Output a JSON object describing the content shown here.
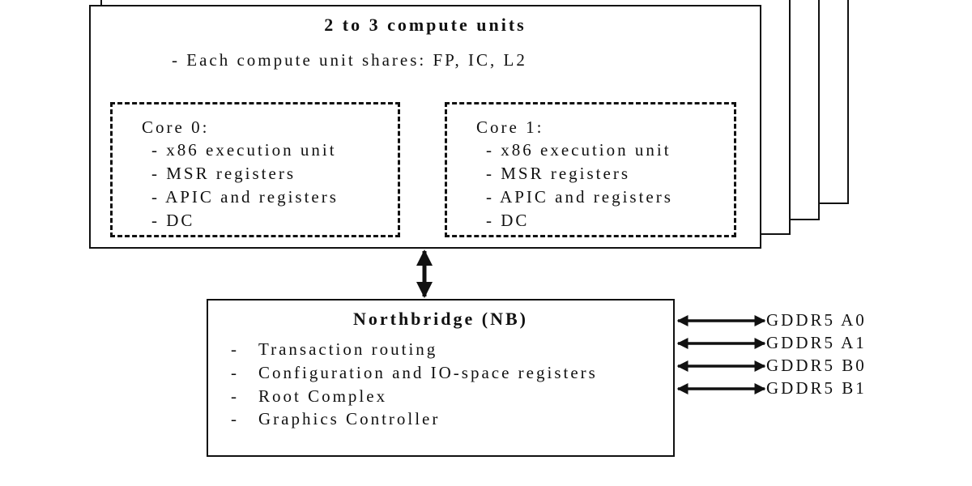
{
  "compute_block": {
    "title": "2 to 3 compute units",
    "subtitle": "- Each compute unit shares: FP, IC, L2"
  },
  "cores": [
    {
      "label": "Core 0:",
      "items": [
        "- x86 execution unit",
        "- MSR registers",
        "- APIC and registers",
        "- DC"
      ]
    },
    {
      "label": "Core 1:",
      "items": [
        "- x86 execution unit",
        "- MSR registers",
        "- APIC and registers",
        "- DC"
      ]
    }
  ],
  "northbridge": {
    "title": "Northbridge (NB)",
    "items": [
      {
        "dash": "-",
        "text": "Transaction routing"
      },
      {
        "dash": "-",
        "text": "Configuration and IO-space registers"
      },
      {
        "dash": "-",
        "text": "Root Complex"
      },
      {
        "dash": "-",
        "text": "Graphics Controller"
      }
    ]
  },
  "memory_channels": [
    "GDDR5 A0",
    "GDDR5 A1",
    "GDDR5 B0",
    "GDDR5 B1"
  ]
}
